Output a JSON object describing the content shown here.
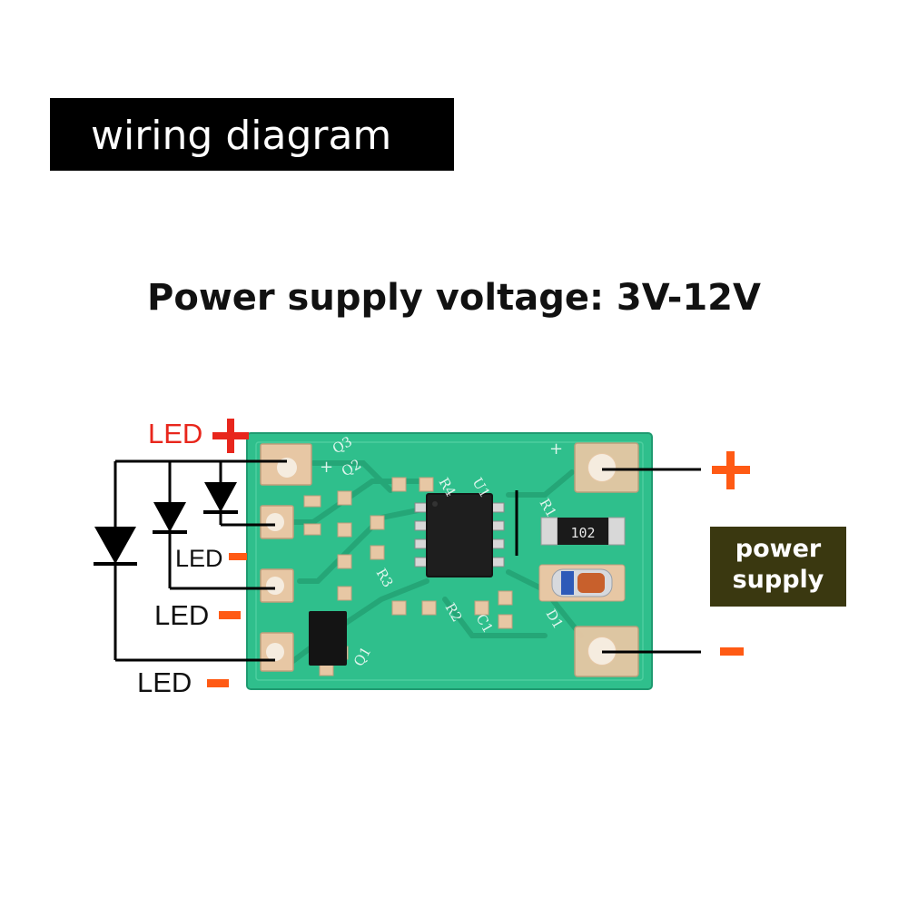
{
  "title": "wiring diagram",
  "subtitle": "Power supply voltage: 3V-12V",
  "led_labels": {
    "positive": "LED",
    "negative_1": "LED",
    "negative_2": "LED",
    "negative_3": "LED"
  },
  "power_supply": {
    "line1": "power",
    "line2": "supply"
  },
  "pcb_silkscreen": {
    "resistor_code": "102",
    "q3": "Q3",
    "q2": "Q2",
    "q1": "Q1",
    "r1": "R1",
    "r2": "R2",
    "r3": "R3",
    "r4": "R4",
    "u1": "U1",
    "d1": "D1",
    "c1": "C1",
    "plus": "+"
  },
  "colors": {
    "pcb": "#2fbf8c",
    "pad": "#e7c7a4",
    "terminal_red": "#e8261c",
    "terminal_orange": "#ff5a14",
    "power_box": "#3a3810"
  }
}
